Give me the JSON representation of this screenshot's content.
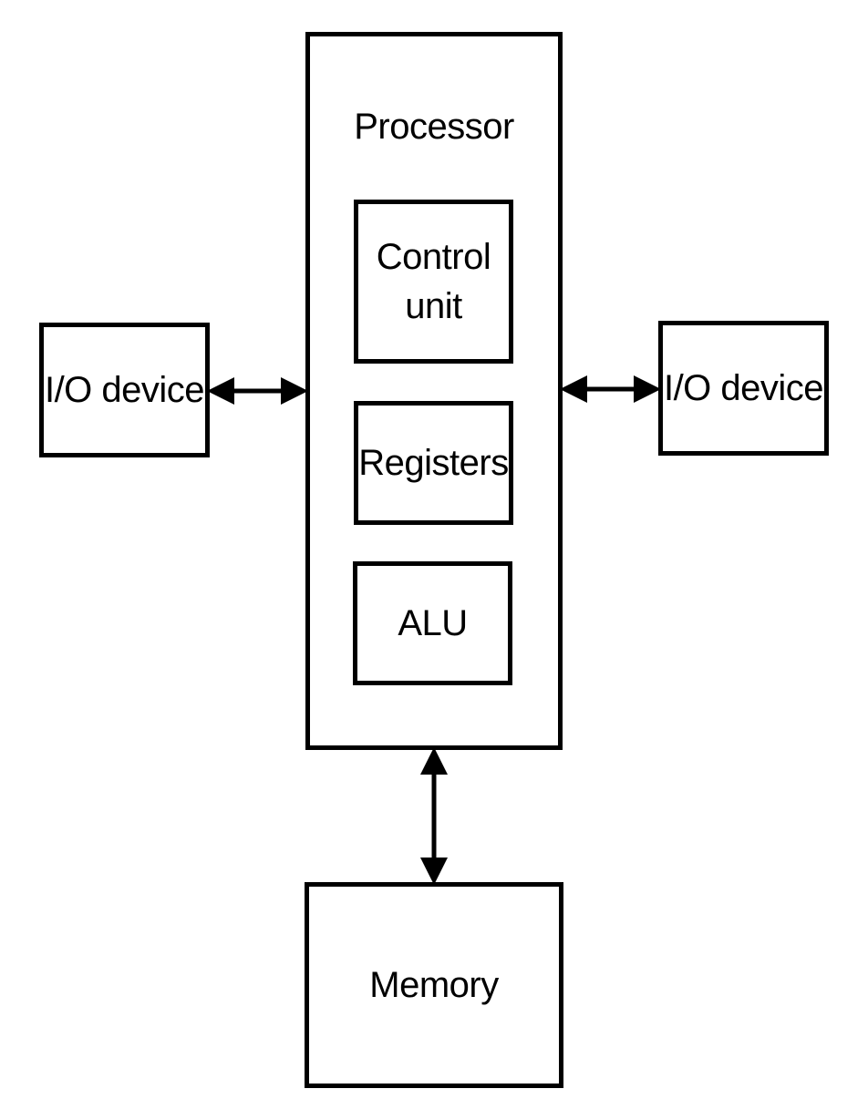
{
  "diagram": {
    "processor": {
      "label": "Processor"
    },
    "control_unit": {
      "label": "Control\nunit"
    },
    "registers": {
      "label": "Registers"
    },
    "alu": {
      "label": "ALU"
    },
    "io_left": {
      "label": "I/O device"
    },
    "io_right": {
      "label": "I/O device"
    },
    "memory": {
      "label": "Memory"
    },
    "connections": [
      {
        "from": "io_left",
        "to": "processor",
        "direction": "bidirectional"
      },
      {
        "from": "processor",
        "to": "io_right",
        "direction": "bidirectional"
      },
      {
        "from": "processor",
        "to": "memory",
        "direction": "bidirectional"
      }
    ],
    "colors": {
      "stroke": "#000000",
      "background": "#ffffff"
    }
  }
}
